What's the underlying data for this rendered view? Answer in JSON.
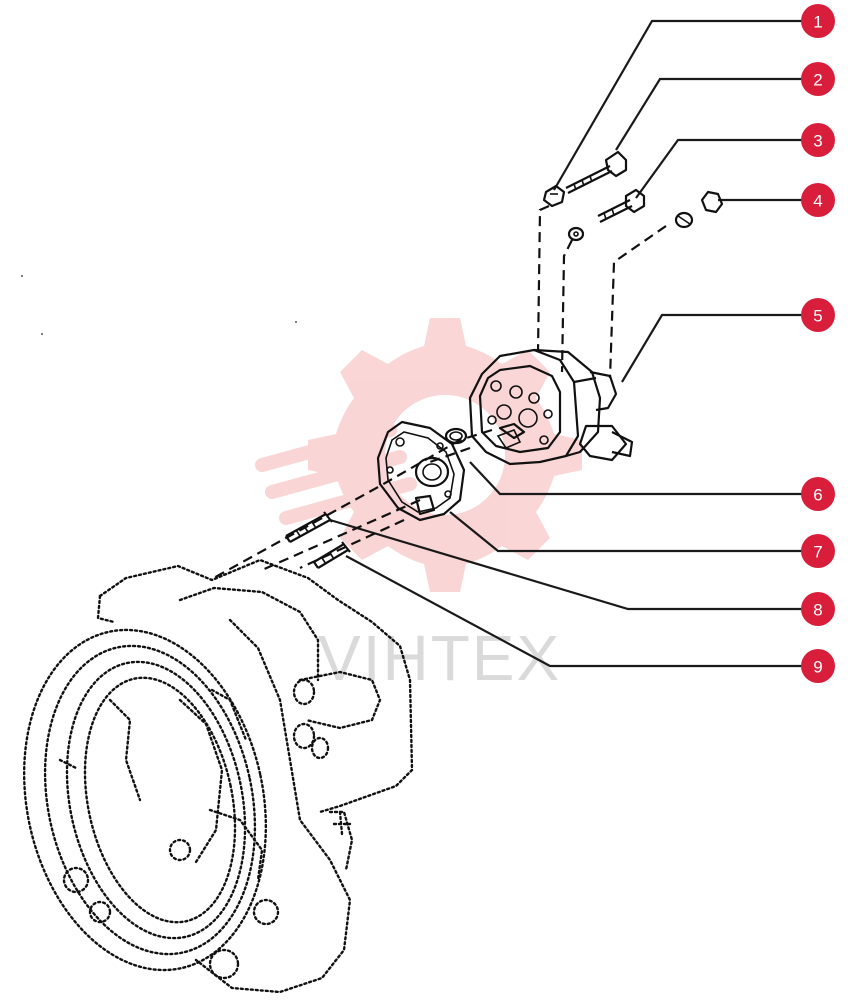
{
  "diagram": {
    "callouts": [
      {
        "number": "1"
      },
      {
        "number": "2"
      },
      {
        "number": "3"
      },
      {
        "number": "4"
      },
      {
        "number": "5"
      },
      {
        "number": "6"
      },
      {
        "number": "7"
      },
      {
        "number": "8"
      },
      {
        "number": "9"
      }
    ],
    "watermark": {
      "text": "VIHTEX"
    },
    "colors": {
      "callout": "#d81e3a",
      "line": "#111111",
      "watermark": "#f4a7a7"
    }
  }
}
